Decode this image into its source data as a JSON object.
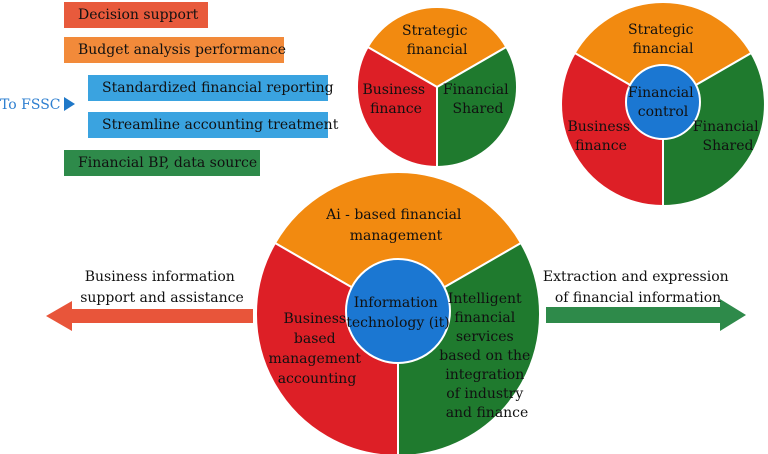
{
  "legend": {
    "decision_support": "Decision support",
    "budget_analysis": "Budget analysis performance",
    "standardized_reporting": "Standardized financial reporting",
    "streamline_accounting": "Streamline accounting treatment",
    "financial_bp": "Financial BP, data source",
    "to_fssc": "To FSSC"
  },
  "pie_small_1": {
    "top": [
      "Strategic",
      "financial"
    ],
    "left": [
      "Business",
      "finance"
    ],
    "right": [
      "Financial",
      "Shared"
    ]
  },
  "pie_small_2": {
    "top": [
      "Strategic",
      "financial"
    ],
    "center": [
      "Financial",
      "control"
    ],
    "left": [
      "Business",
      "finance"
    ],
    "right": [
      "Financial",
      "Shared"
    ]
  },
  "pie_large": {
    "top": [
      "Ai - based financial",
      "management"
    ],
    "center": [
      "Information",
      "technology (it)"
    ],
    "left": [
      "Business",
      "based",
      "management",
      "accounting"
    ],
    "right": [
      "Intelligent",
      "financial",
      "services",
      "based on the",
      "integration",
      "of industry",
      "and finance"
    ]
  },
  "arrows": {
    "left_label": [
      "Business information",
      "support and assistance"
    ],
    "right_label": [
      "Extraction and expression",
      "of financial information"
    ]
  },
  "colors": {
    "orange": "#f28a10",
    "red": "#dd1f26",
    "green": "#1f7a2e",
    "blue": "#1b77d2",
    "arrow_left": "#e8553a",
    "arrow_right": "#2e8a4a"
  }
}
